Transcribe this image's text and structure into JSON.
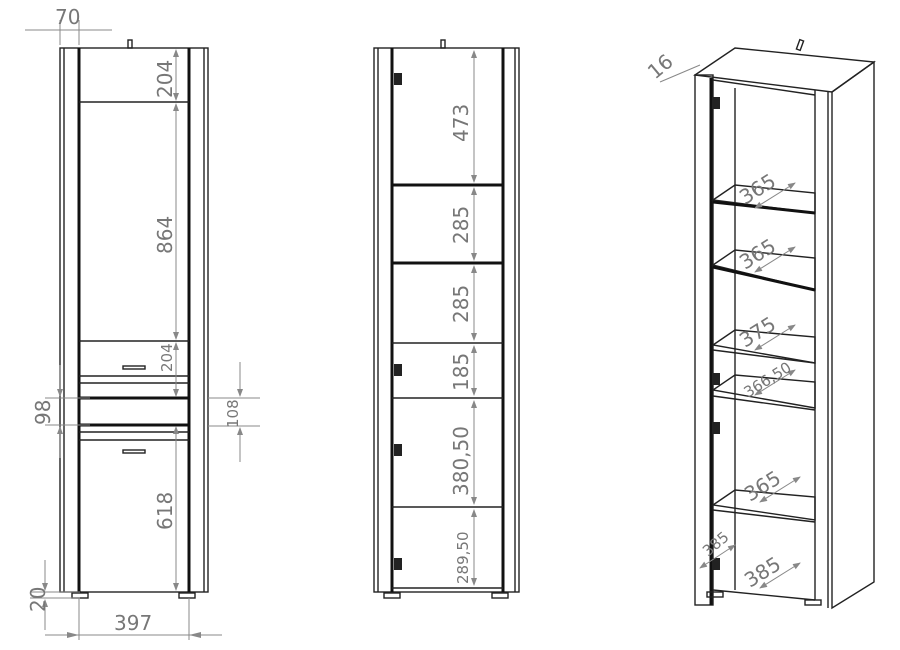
{
  "front_view": {
    "top_offset": "70",
    "top_section": "204",
    "upper_section": "864",
    "drawer_height": "204",
    "middle_gap_left": "98",
    "middle_gap_right": "108",
    "lower_section": "618",
    "foot_height": "20",
    "inner_width": "397"
  },
  "inner_view": {
    "compartments": [
      "473",
      "285",
      "285",
      "185",
      "380,50",
      "289,50"
    ]
  },
  "perspective_view": {
    "panel_thickness": "16",
    "shelf_depths": [
      "365",
      "365",
      "375",
      "366,50",
      "365",
      "385"
    ],
    "door_depth": "385"
  }
}
